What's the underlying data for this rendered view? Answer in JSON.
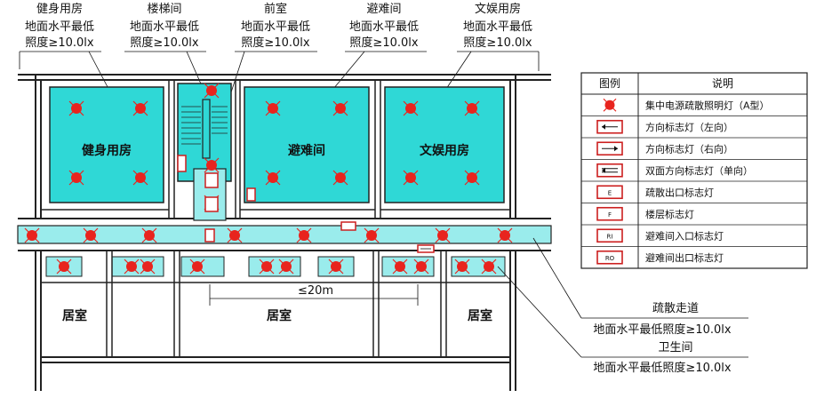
{
  "callouts": [
    {
      "title": "健身用房",
      "line1": "地面水平最低",
      "line2": "照度≥10.0lx"
    },
    {
      "title": "楼梯间",
      "line1": "地面水平最低",
      "line2": "照度≥10.0lx"
    },
    {
      "title": "前室",
      "line1": "地面水平最低",
      "line2": "照度≥10.0lx"
    },
    {
      "title": "避难间",
      "line1": "地面水平最低",
      "line2": "照度≥10.0lx"
    },
    {
      "title": "文娱用房",
      "line1": "地面水平最低",
      "line2": "照度≥10.0lx"
    }
  ],
  "rooms": {
    "fitness": "健身用房",
    "refuge": "避难间",
    "recreation": "文娱用房",
    "bedroom": "居室"
  },
  "dimension": "≤20m",
  "bottom_notes": {
    "corridor_title": "疏散走道",
    "corridor_text": "地面水平最低照度≥10.0lx",
    "toilet_title": "卫生间",
    "toilet_text": "地面水平最低照度≥10.0lx"
  },
  "legend": {
    "header_symbol": "图例",
    "header_desc": "说明",
    "items": [
      {
        "icon": "emergency-light-icon",
        "code": "",
        "desc": "集中电源疏散照明灯（A型）"
      },
      {
        "icon": "left-arrow-sign-icon",
        "code": "",
        "desc": "方向标志灯（左向）"
      },
      {
        "icon": "right-arrow-sign-icon",
        "code": "",
        "desc": "方向标志灯（右向）"
      },
      {
        "icon": "double-arrow-sign-icon",
        "code": "",
        "desc": "双面方向标志灯（单向）"
      },
      {
        "icon": "exit-sign-icon",
        "code": "E",
        "desc": "疏散出口标志灯"
      },
      {
        "icon": "floor-sign-icon",
        "code": "F",
        "desc": "楼层标志灯"
      },
      {
        "icon": "refuge-entry-sign-icon",
        "code": "RI",
        "desc": "避难间入口标志灯"
      },
      {
        "icon": "refuge-exit-sign-icon",
        "code": "RO",
        "desc": "避难间出口标志灯"
      }
    ]
  },
  "colors": {
    "room_fill": "#2fd8d6",
    "corridor_fill": "#9aecec",
    "light_red": "#e8241e",
    "sign_red": "#cc1f1f",
    "wall": "#222222"
  }
}
